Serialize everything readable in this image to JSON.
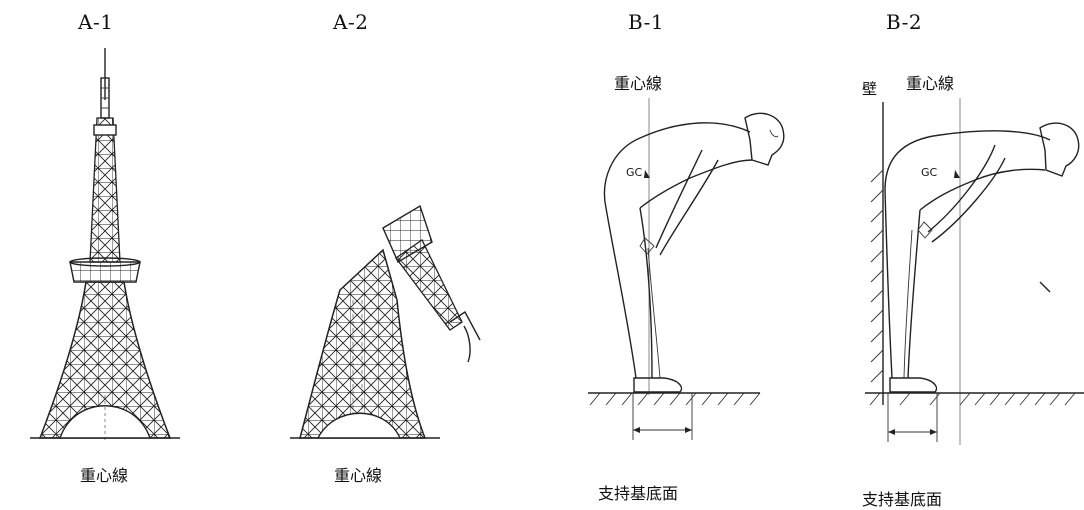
{
  "panels": {
    "a1": {
      "label": "A-1",
      "caption": "重心線"
    },
    "a2": {
      "label": "A-2",
      "caption": "重心線"
    },
    "b1": {
      "label": "B-1",
      "top_label": "重心線",
      "gc_label": "GC",
      "caption": "支持基底面"
    },
    "b2": {
      "label": "B-2",
      "wall_label": "壁",
      "top_label": "重心線",
      "gc_label": "GC",
      "caption": "支持基底面"
    }
  },
  "colors": {
    "line": "#222222",
    "background": "#ffffff"
  }
}
